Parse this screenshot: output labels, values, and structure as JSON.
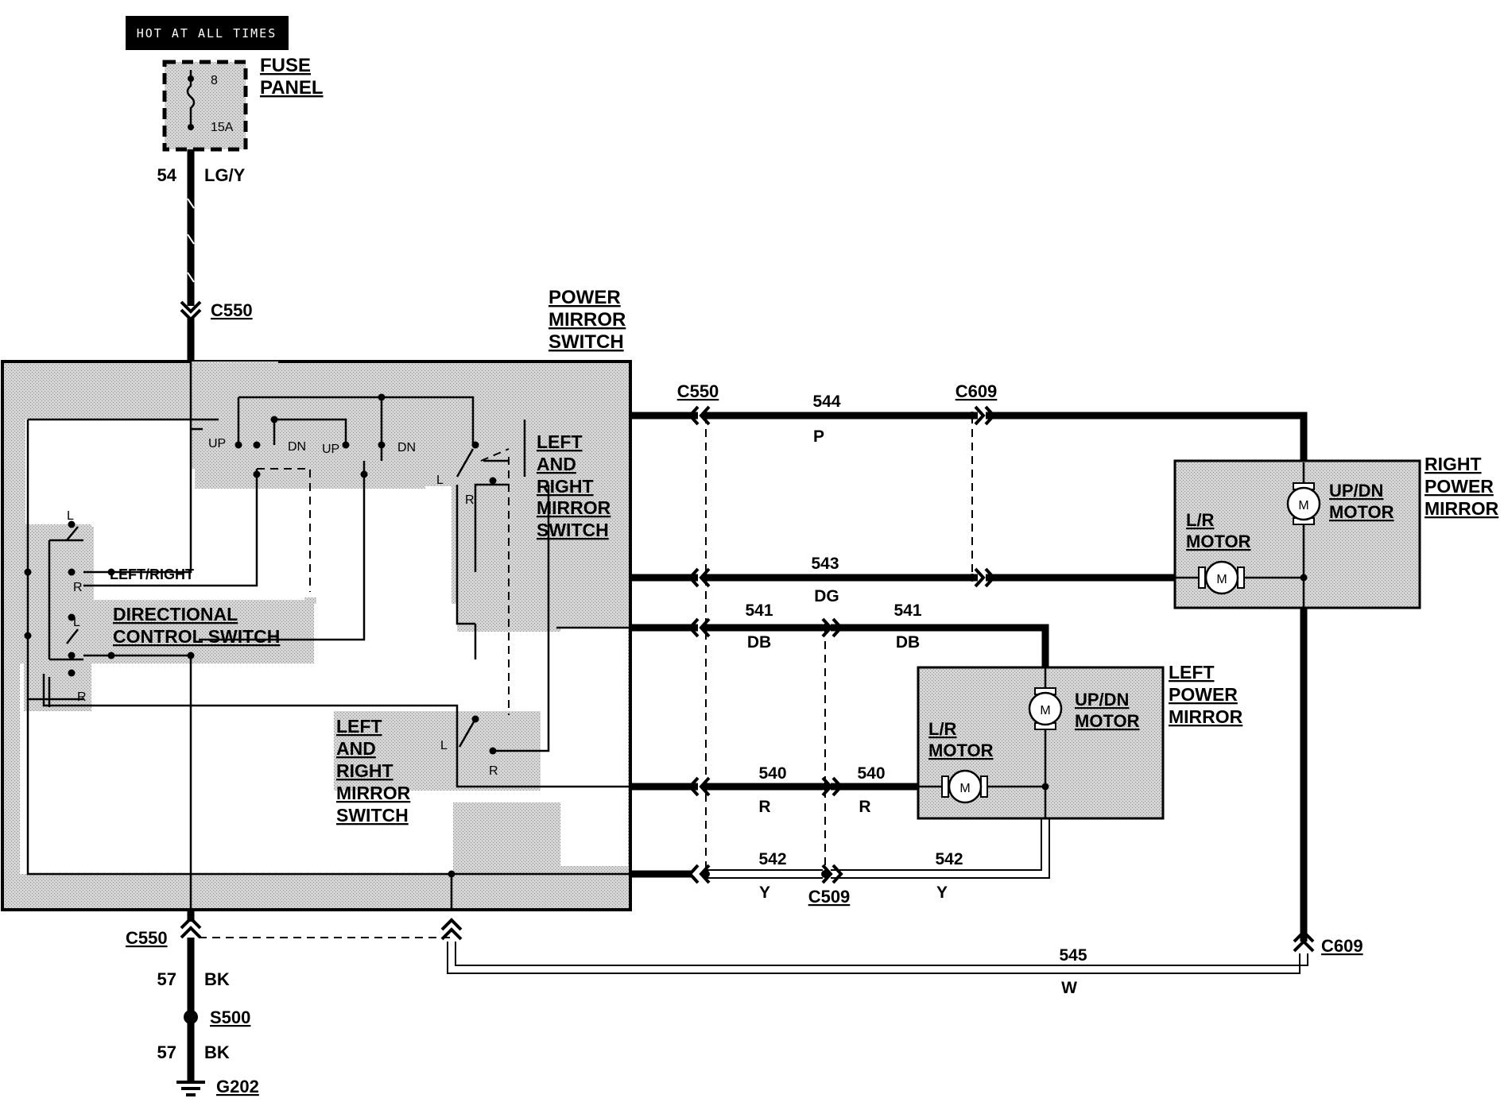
{
  "header": {
    "power_label": "HOT AT ALL TIMES"
  },
  "fuse": {
    "title_line1": "FUSE",
    "title_line2": "PANEL",
    "number": "8",
    "rating": "15A"
  },
  "feed": {
    "circuit": "54",
    "color": "LG/Y",
    "connector": "C550"
  },
  "power_mirror_switch": {
    "line1": "POWER",
    "line2": "MIRROR",
    "line3": "SWITCH"
  },
  "internal": {
    "up1": "UP",
    "dn1": "DN",
    "up2": "UP",
    "dn2": "DN",
    "l_top": "L",
    "r_top": "R",
    "l_mid": "L",
    "r_mid": "R",
    "l_bot": "L",
    "r_bot": "R",
    "left_right": "LEFT/RIGHT",
    "dir_switch_line1": "DIRECTIONAL",
    "dir_switch_line2": "CONTROL SWITCH",
    "sw_upper": {
      "line1": "LEFT",
      "line2": "AND",
      "line3": "RIGHT",
      "line4": "MIRROR",
      "line5": "SWITCH",
      "l": "L",
      "r": "R"
    },
    "sw_lower": {
      "line1": "LEFT",
      "line2": "AND",
      "line3": "RIGHT",
      "line4": "MIRROR",
      "line5": "SWITCH",
      "l": "L",
      "r": "R"
    }
  },
  "connectors": {
    "c550_top": "C550",
    "c609_top": "C609",
    "c509": "C509",
    "c609_bottom": "C609",
    "c550_bottom": "C550"
  },
  "wires": {
    "w544": {
      "circuit": "544",
      "color": "P"
    },
    "w543": {
      "circuit": "543",
      "color": "DG"
    },
    "w541a": {
      "circuit": "541",
      "color": "DB"
    },
    "w541b": {
      "circuit": "541",
      "color": "DB"
    },
    "w540a": {
      "circuit": "540",
      "color": "R"
    },
    "w540b": {
      "circuit": "540",
      "color": "R"
    },
    "w542a": {
      "circuit": "542",
      "color": "Y"
    },
    "w542b": {
      "circuit": "542",
      "color": "Y"
    },
    "w545": {
      "circuit": "545",
      "color": "W"
    }
  },
  "right_mirror": {
    "title_line1": "RIGHT",
    "title_line2": "POWER",
    "title_line3": "MIRROR",
    "updn_line1": "UP/DN",
    "updn_line2": "MOTOR",
    "lr_line1": "L/R",
    "lr_line2": "MOTOR",
    "motor_symbol": "M"
  },
  "left_mirror": {
    "title_line1": "LEFT",
    "title_line2": "POWER",
    "title_line3": "MIRROR",
    "updn_line1": "UP/DN",
    "updn_line2": "MOTOR",
    "lr_line1": "L/R",
    "lr_line2": "MOTOR",
    "motor_symbol": "M"
  },
  "ground": {
    "circuit_upper": "57",
    "color_upper": "BK",
    "splice": "S500",
    "circuit_lower": "57",
    "color_lower": "BK",
    "ground": "G202"
  }
}
